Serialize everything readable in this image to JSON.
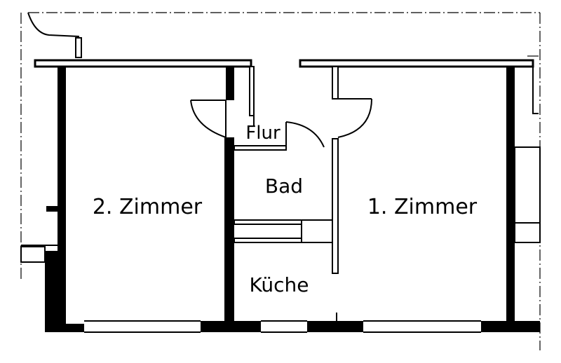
{
  "plan": {
    "colors": {
      "ink": "#000000",
      "paper": "#ffffff"
    },
    "rooms": {
      "room2": "2. Zimmer",
      "room1": "1. Zimmer",
      "hall": "Flur",
      "bath": "Bad",
      "kitchen": "Küche"
    }
  }
}
